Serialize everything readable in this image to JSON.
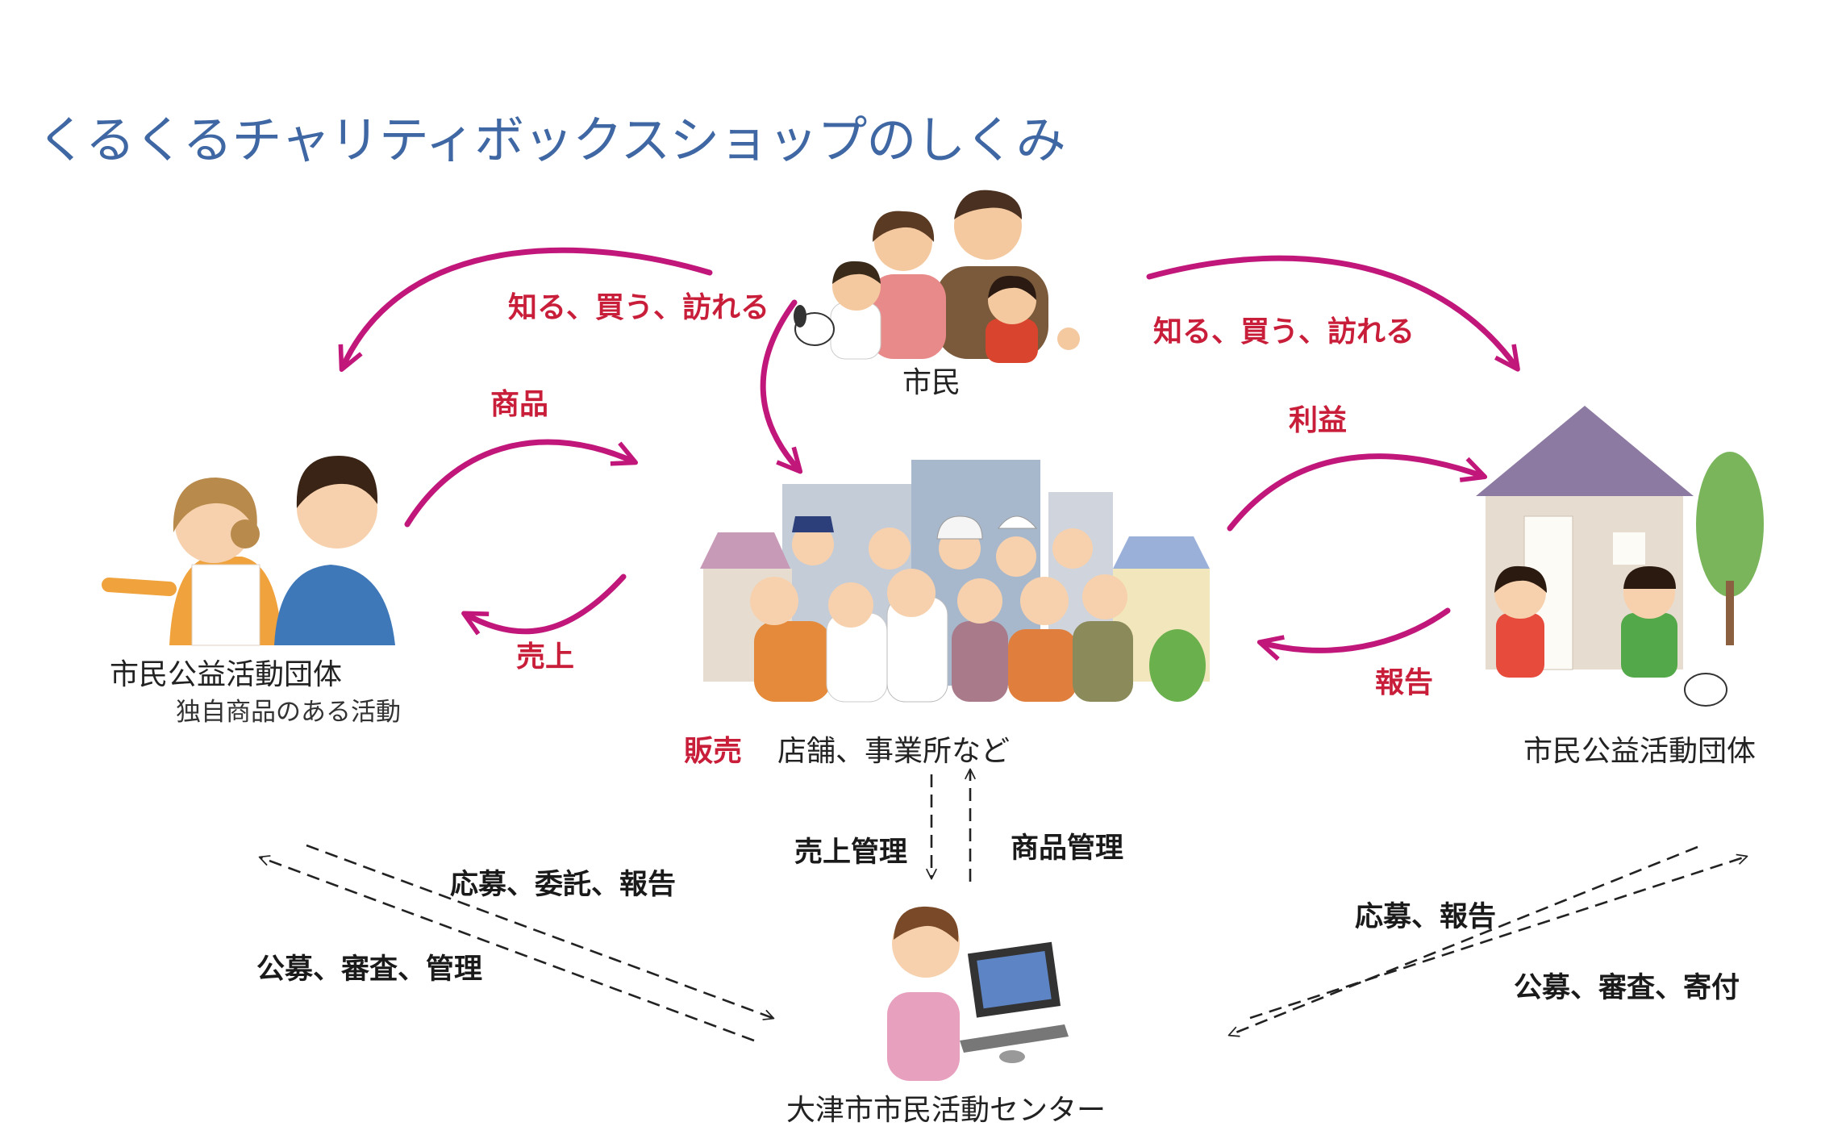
{
  "title": "くるくるチャリティボックスショップのしくみ",
  "nodes": {
    "citizens": "市民",
    "group_left": "市民公益活動団体",
    "group_left_sub": "独自商品のある活動",
    "stores": "店舗、事業所など",
    "stores_tag": "販売",
    "group_right": "市民公益活動団体",
    "center": "大津市市民活動センター"
  },
  "flows": {
    "know_buy_visit_left": "知る、買う、訪れる",
    "know_buy_visit_right": "知る、買う、訪れる",
    "products": "商品",
    "sales": "売上",
    "profit": "利益",
    "report": "報告",
    "sales_mgmt": "売上管理",
    "product_mgmt": "商品管理",
    "apply_consign_report": "応募、委託、報告",
    "recruit_review_manage": "公募、審査、管理",
    "apply_report": "応募、報告",
    "recruit_review_donate": "公募、審査、寄付"
  },
  "colors": {
    "title": "#3f67a3",
    "arrow": "#c2177a",
    "flow_label": "#c81e3a",
    "dashed": "#222222"
  }
}
